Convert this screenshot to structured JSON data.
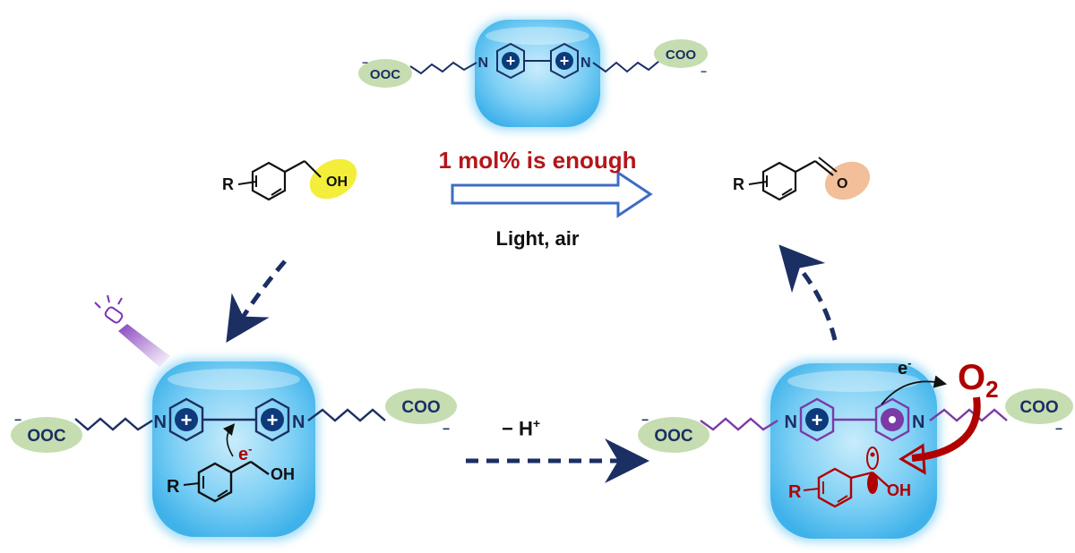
{
  "catalyst": {
    "carboxylate_label": "COO",
    "carboxylate_label_left": "OOC",
    "charge_minus": "−",
    "nitrogen": "N",
    "plus": "+"
  },
  "reaction": {
    "catalyst_loading": "1 mol% is enough",
    "conditions": "Light, air",
    "deprotonation": "− H",
    "deprotonation_sup": "+"
  },
  "substrate": {
    "r_group": "R",
    "hydroxyl": "OH"
  },
  "product": {
    "r_group": "R",
    "oxygen": "O"
  },
  "intermediate": {
    "r_group": "R",
    "hydroxyl": "OH",
    "electron": "e",
    "electron_sup": "-"
  },
  "oxidant": {
    "label": "O",
    "subscript": "2"
  },
  "colors": {
    "capsule_blue": "#5fc4f2",
    "title_red": "#b4161b",
    "arrow_navy": "#1c2f63",
    "carboxylate_green": "#c5ddb0",
    "hydroxyl_yellow": "#f2ee3a",
    "aldehyde_orange": "#f2bf9a",
    "radical_purple": "#7b3aa6"
  }
}
